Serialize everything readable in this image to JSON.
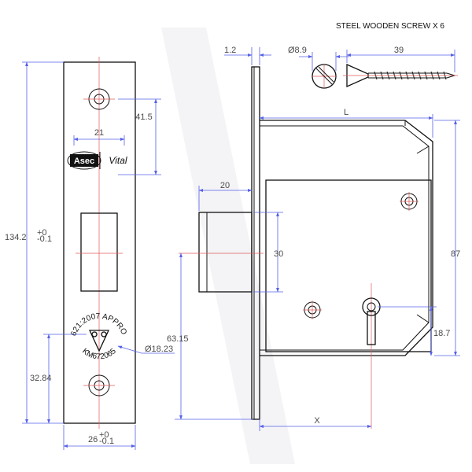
{
  "screw": {
    "title": "STEEL WOODEN SCREW X 6",
    "head_dia": "Ø8.9",
    "length": "39"
  },
  "faceplate": {
    "height": "134.2",
    "height_tol_upper": "+0",
    "height_tol_lower": "-0.1",
    "width": "26",
    "width_tol_upper": "+0",
    "width_tol_lower": "-0.1",
    "logo_width": "21",
    "top_hole_offset": "41.5",
    "bottom_hole_offset": "32.84",
    "kitemark_dia": "Ø18.23"
  },
  "logo": {
    "brand_left": "Asec",
    "brand_right": "Vital"
  },
  "kitemark": {
    "standard": "BS3621:2007 APPROVED",
    "licence": "KM672065"
  },
  "lockbody": {
    "plate_thickness": "1.2",
    "body_length_label": "L",
    "bolt_throw": "20",
    "bolt_height": "30",
    "body_height": "87",
    "bolt_center_height": "63.15",
    "keyhole_height": "18.7",
    "backset_label": "X"
  },
  "colors": {
    "line": "#111111",
    "dimension": "#5560e8",
    "centerline": "#e05a5a",
    "text": "#4a4a4a"
  }
}
